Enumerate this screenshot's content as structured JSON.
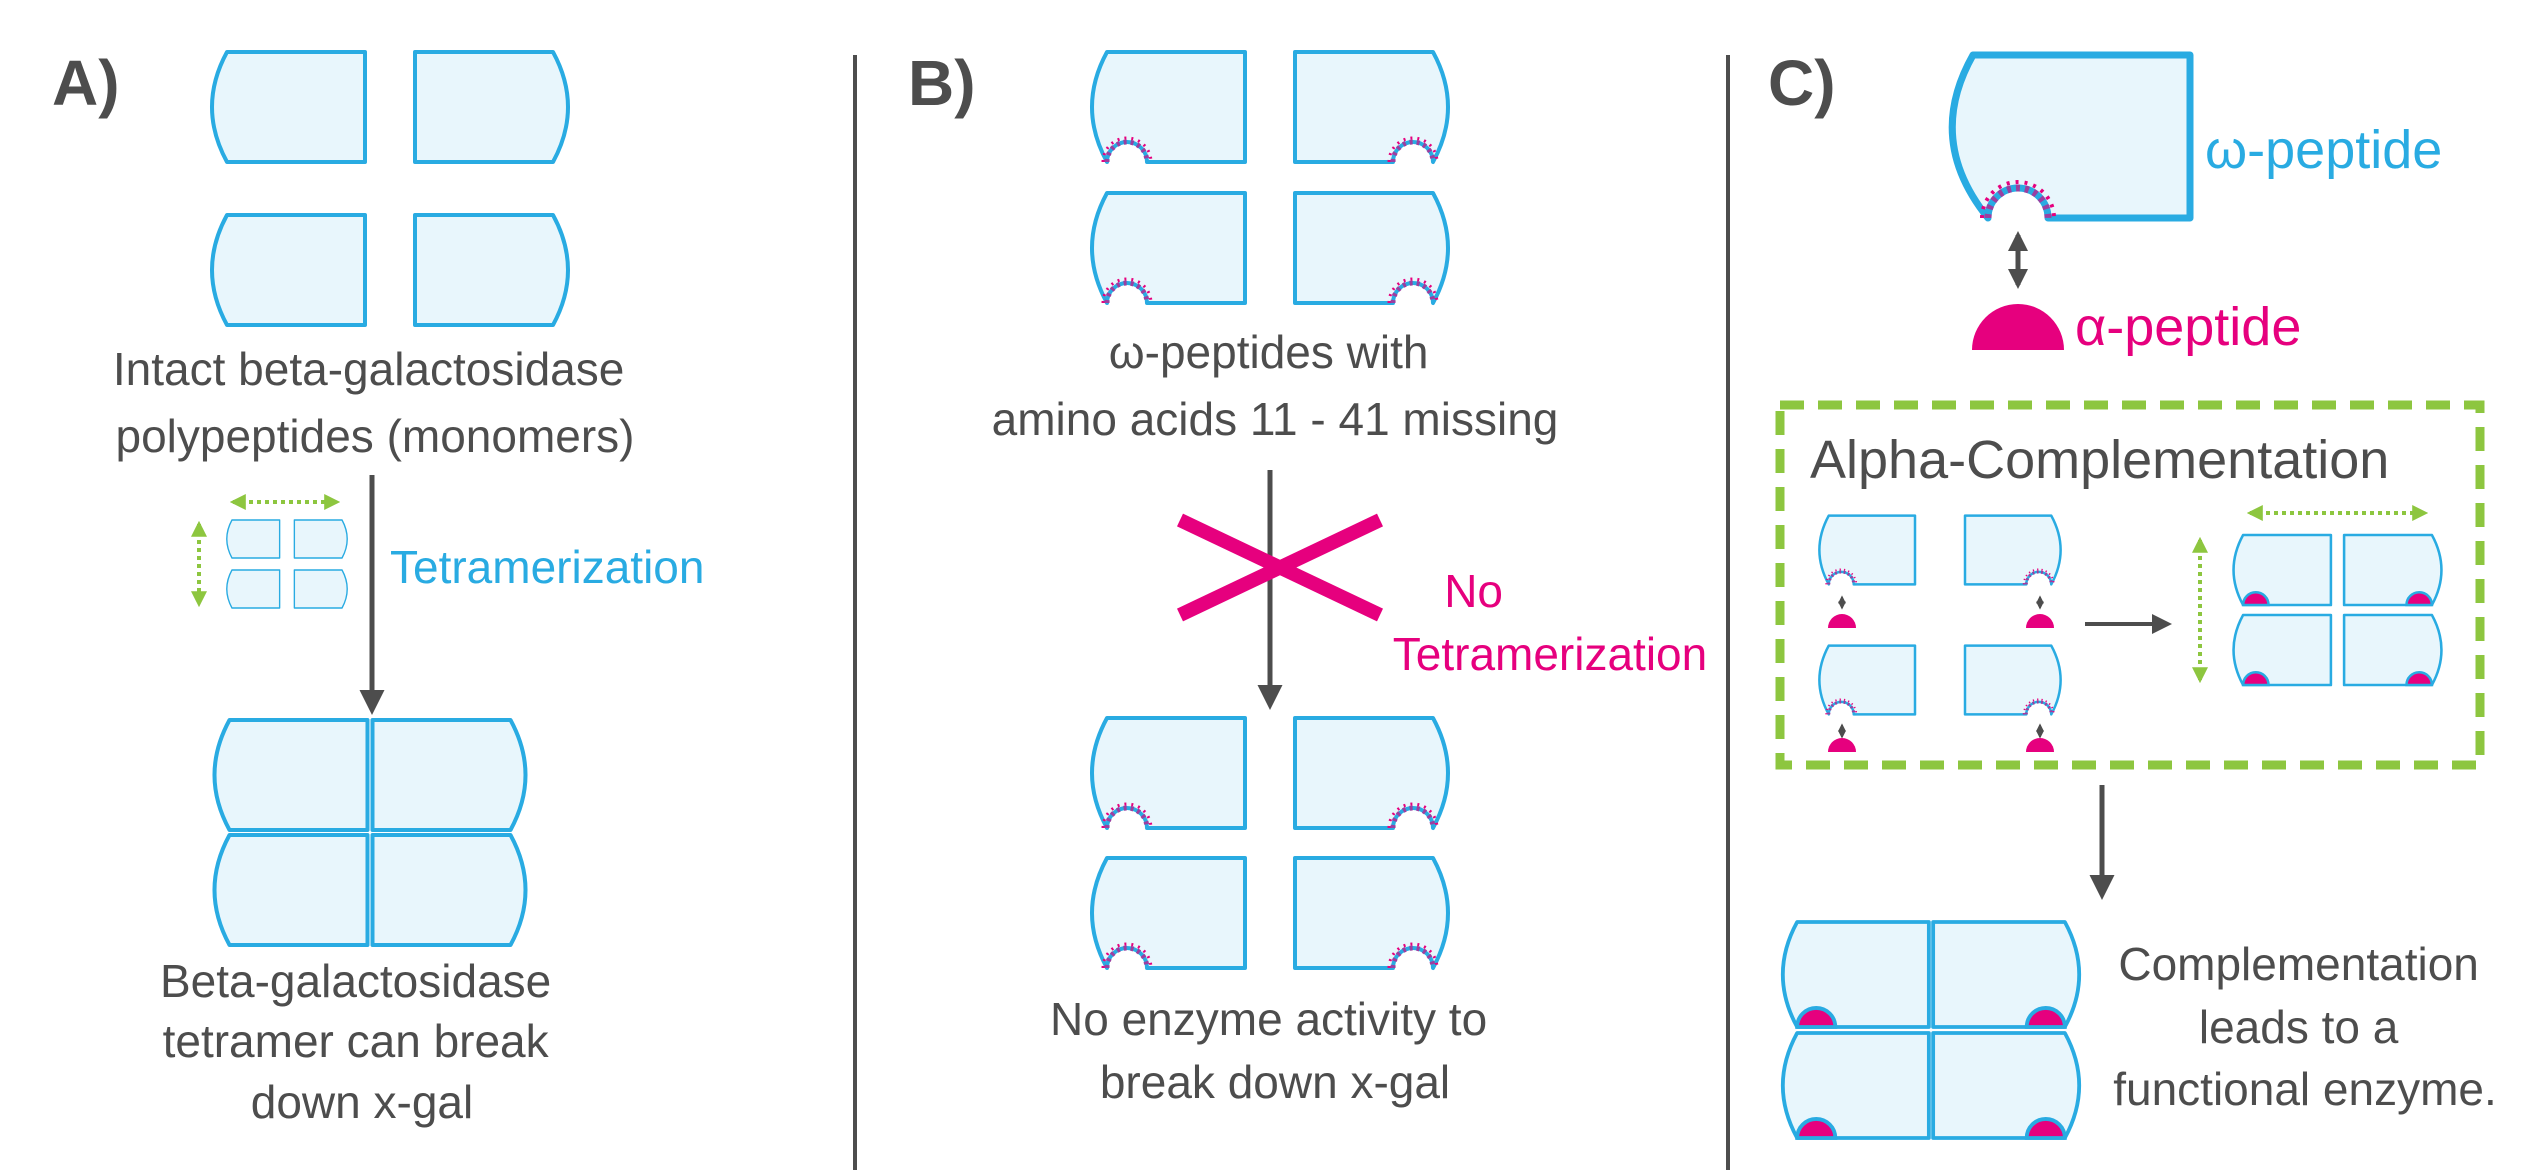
{
  "panel_a": {
    "label": "A)",
    "monomers_caption": [
      "Intact beta-galactosidase",
      "polypeptides (monomers)"
    ],
    "arrow_label": "Tetramerization",
    "tetramer_caption": [
      "Beta-galactosidase",
      "tetramer can break",
      "down x-gal"
    ]
  },
  "panel_b": {
    "label": "B)",
    "caption_top": [
      "ω-peptides with",
      "amino acids 11 - 41 missing"
    ],
    "blocked_label": [
      "No",
      "Tetramerization"
    ],
    "caption_bottom": [
      "No enzyme activity to",
      "break down x-gal"
    ]
  },
  "panel_c": {
    "label": "C)",
    "omega_label": "ω-peptide",
    "alpha_label": "α-peptide",
    "box_title": "Alpha-Complementation",
    "result_caption": [
      "Complementation",
      "leads to a",
      "functional enzyme."
    ]
  },
  "colors": {
    "outline": "#29abe2",
    "fill": "#e8f6fc",
    "alpha": "#e6007e",
    "mutation": "#9b3fa0",
    "green": "#8dc63f",
    "text": "#4d4d4d",
    "arrow": "#4d4d4d"
  }
}
